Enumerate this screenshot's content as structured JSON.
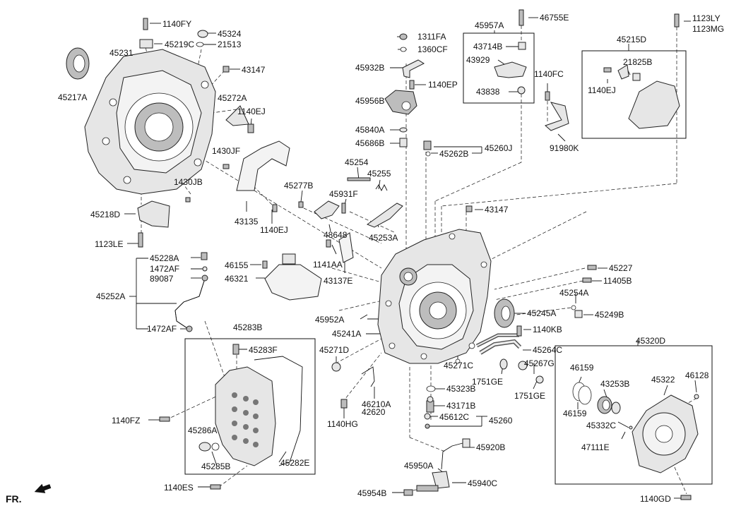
{
  "diagram": {
    "front_marker": "FR.",
    "part_labels": [
      "1140FY",
      "45324",
      "45219C",
      "21513",
      "45231",
      "45217A",
      "43147",
      "45272A",
      "1140EJ",
      "1430JF",
      "1430JB",
      "45218D",
      "43135",
      "1140EJ",
      "1123LE",
      "45228A",
      "1472AF",
      "89087",
      "45252A",
      "1472AF",
      "46155",
      "46321",
      "45283B",
      "45283F",
      "1140FZ",
      "45286A",
      "45285B",
      "45282E",
      "1140ES",
      "1311FA",
      "1360CF",
      "45932B",
      "1140EP",
      "45956B",
      "45840A",
      "45686B",
      "45254",
      "45255",
      "45277B",
      "45931F",
      "48648",
      "45253A",
      "1141AA",
      "43137E",
      "45957A",
      "46755E",
      "43714B",
      "43929",
      "43838",
      "1140FC",
      "45262B",
      "45260J",
      "91980K",
      "1123LY",
      "1123MG",
      "45215D",
      "21825B",
      "1140EJ",
      "43147",
      "45227",
      "11405B",
      "45254A",
      "45249B",
      "45245A",
      "45952A",
      "45241A",
      "1140KB",
      "45271D",
      "45264C",
      "45267G",
      "45271C",
      "1751GE",
      "1751GE",
      "45323B",
      "46210A",
      "42620",
      "43171B",
      "1140HG",
      "45612C",
      "45260",
      "45920B",
      "45950A",
      "45940C",
      "45954B",
      "45320D",
      "46159",
      "45322",
      "46128",
      "43253B",
      "46159",
      "45332C",
      "47111E",
      "1140GD"
    ]
  }
}
